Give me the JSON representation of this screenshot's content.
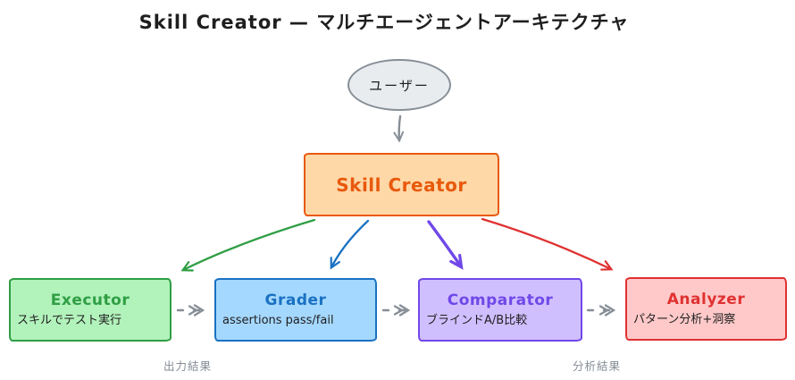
{
  "title": "Skill Creator — マルチエージェントアーキテクチャ",
  "nodes": {
    "user": {
      "label": "ユーザー",
      "fill": "#e9ecef",
      "stroke": "#868e96"
    },
    "skill_creator": {
      "label": "Skill Creator",
      "fill": "#ffd8a8",
      "stroke": "#e8590c"
    },
    "executor": {
      "title": "Executor",
      "subtitle": "スキルでテスト実行",
      "fill": "#b2f2bb",
      "stroke": "#2f9e44"
    },
    "grader": {
      "title": "Grader",
      "subtitle": "assertions pass/fail",
      "fill": "#a5d8ff",
      "stroke": "#1971c2"
    },
    "comparator": {
      "title": "Comparator",
      "subtitle": "ブラインドA/B比較",
      "fill": "#d0bfff",
      "stroke": "#7048e8"
    },
    "analyzer": {
      "title": "Analyzer",
      "subtitle": "パターン分析+洞察",
      "fill": "#ffc9c9",
      "stroke": "#e03131"
    }
  },
  "labels": {
    "output_result": "出力結果",
    "analysis_result": "分析結果"
  },
  "edges": [
    {
      "from": "user",
      "to": "skill_creator",
      "color": "#868e96",
      "style": "solid"
    },
    {
      "from": "skill_creator",
      "to": "executor",
      "color": "#2f9e44",
      "style": "solid"
    },
    {
      "from": "skill_creator",
      "to": "grader",
      "color": "#1971c2",
      "style": "solid"
    },
    {
      "from": "skill_creator",
      "to": "comparator",
      "color": "#7048e8",
      "style": "solid"
    },
    {
      "from": "skill_creator",
      "to": "analyzer",
      "color": "#e03131",
      "style": "solid"
    },
    {
      "from": "executor",
      "to": "grader",
      "color": "#868e96",
      "style": "dashed"
    },
    {
      "from": "grader",
      "to": "comparator",
      "color": "#868e96",
      "style": "dashed"
    },
    {
      "from": "comparator",
      "to": "analyzer",
      "color": "#868e96",
      "style": "dashed"
    }
  ]
}
